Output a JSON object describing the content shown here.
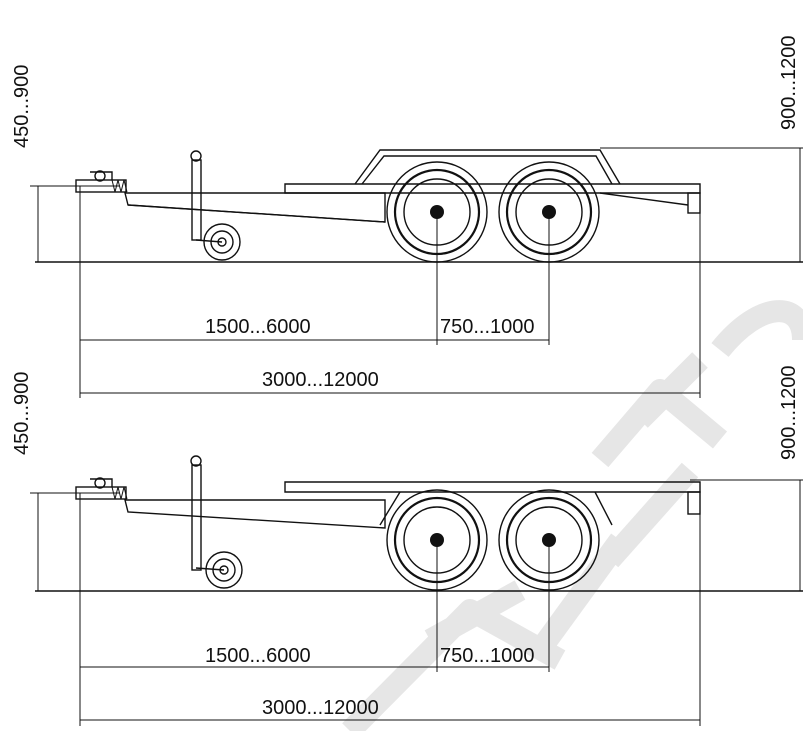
{
  "dimensions": {
    "a_height": "450...900",
    "a_full_height": "900...1200",
    "a_hitch_to_axle": "1500...6000",
    "a_axle_spacing": "750...1000",
    "a_overall_length": "3000...12000",
    "b_height": "450...900",
    "b_full_height": "900...1200",
    "b_hitch_to_axle": "1500...6000",
    "b_axle_spacing": "750...1000",
    "b_overall_length": "3000...12000"
  }
}
